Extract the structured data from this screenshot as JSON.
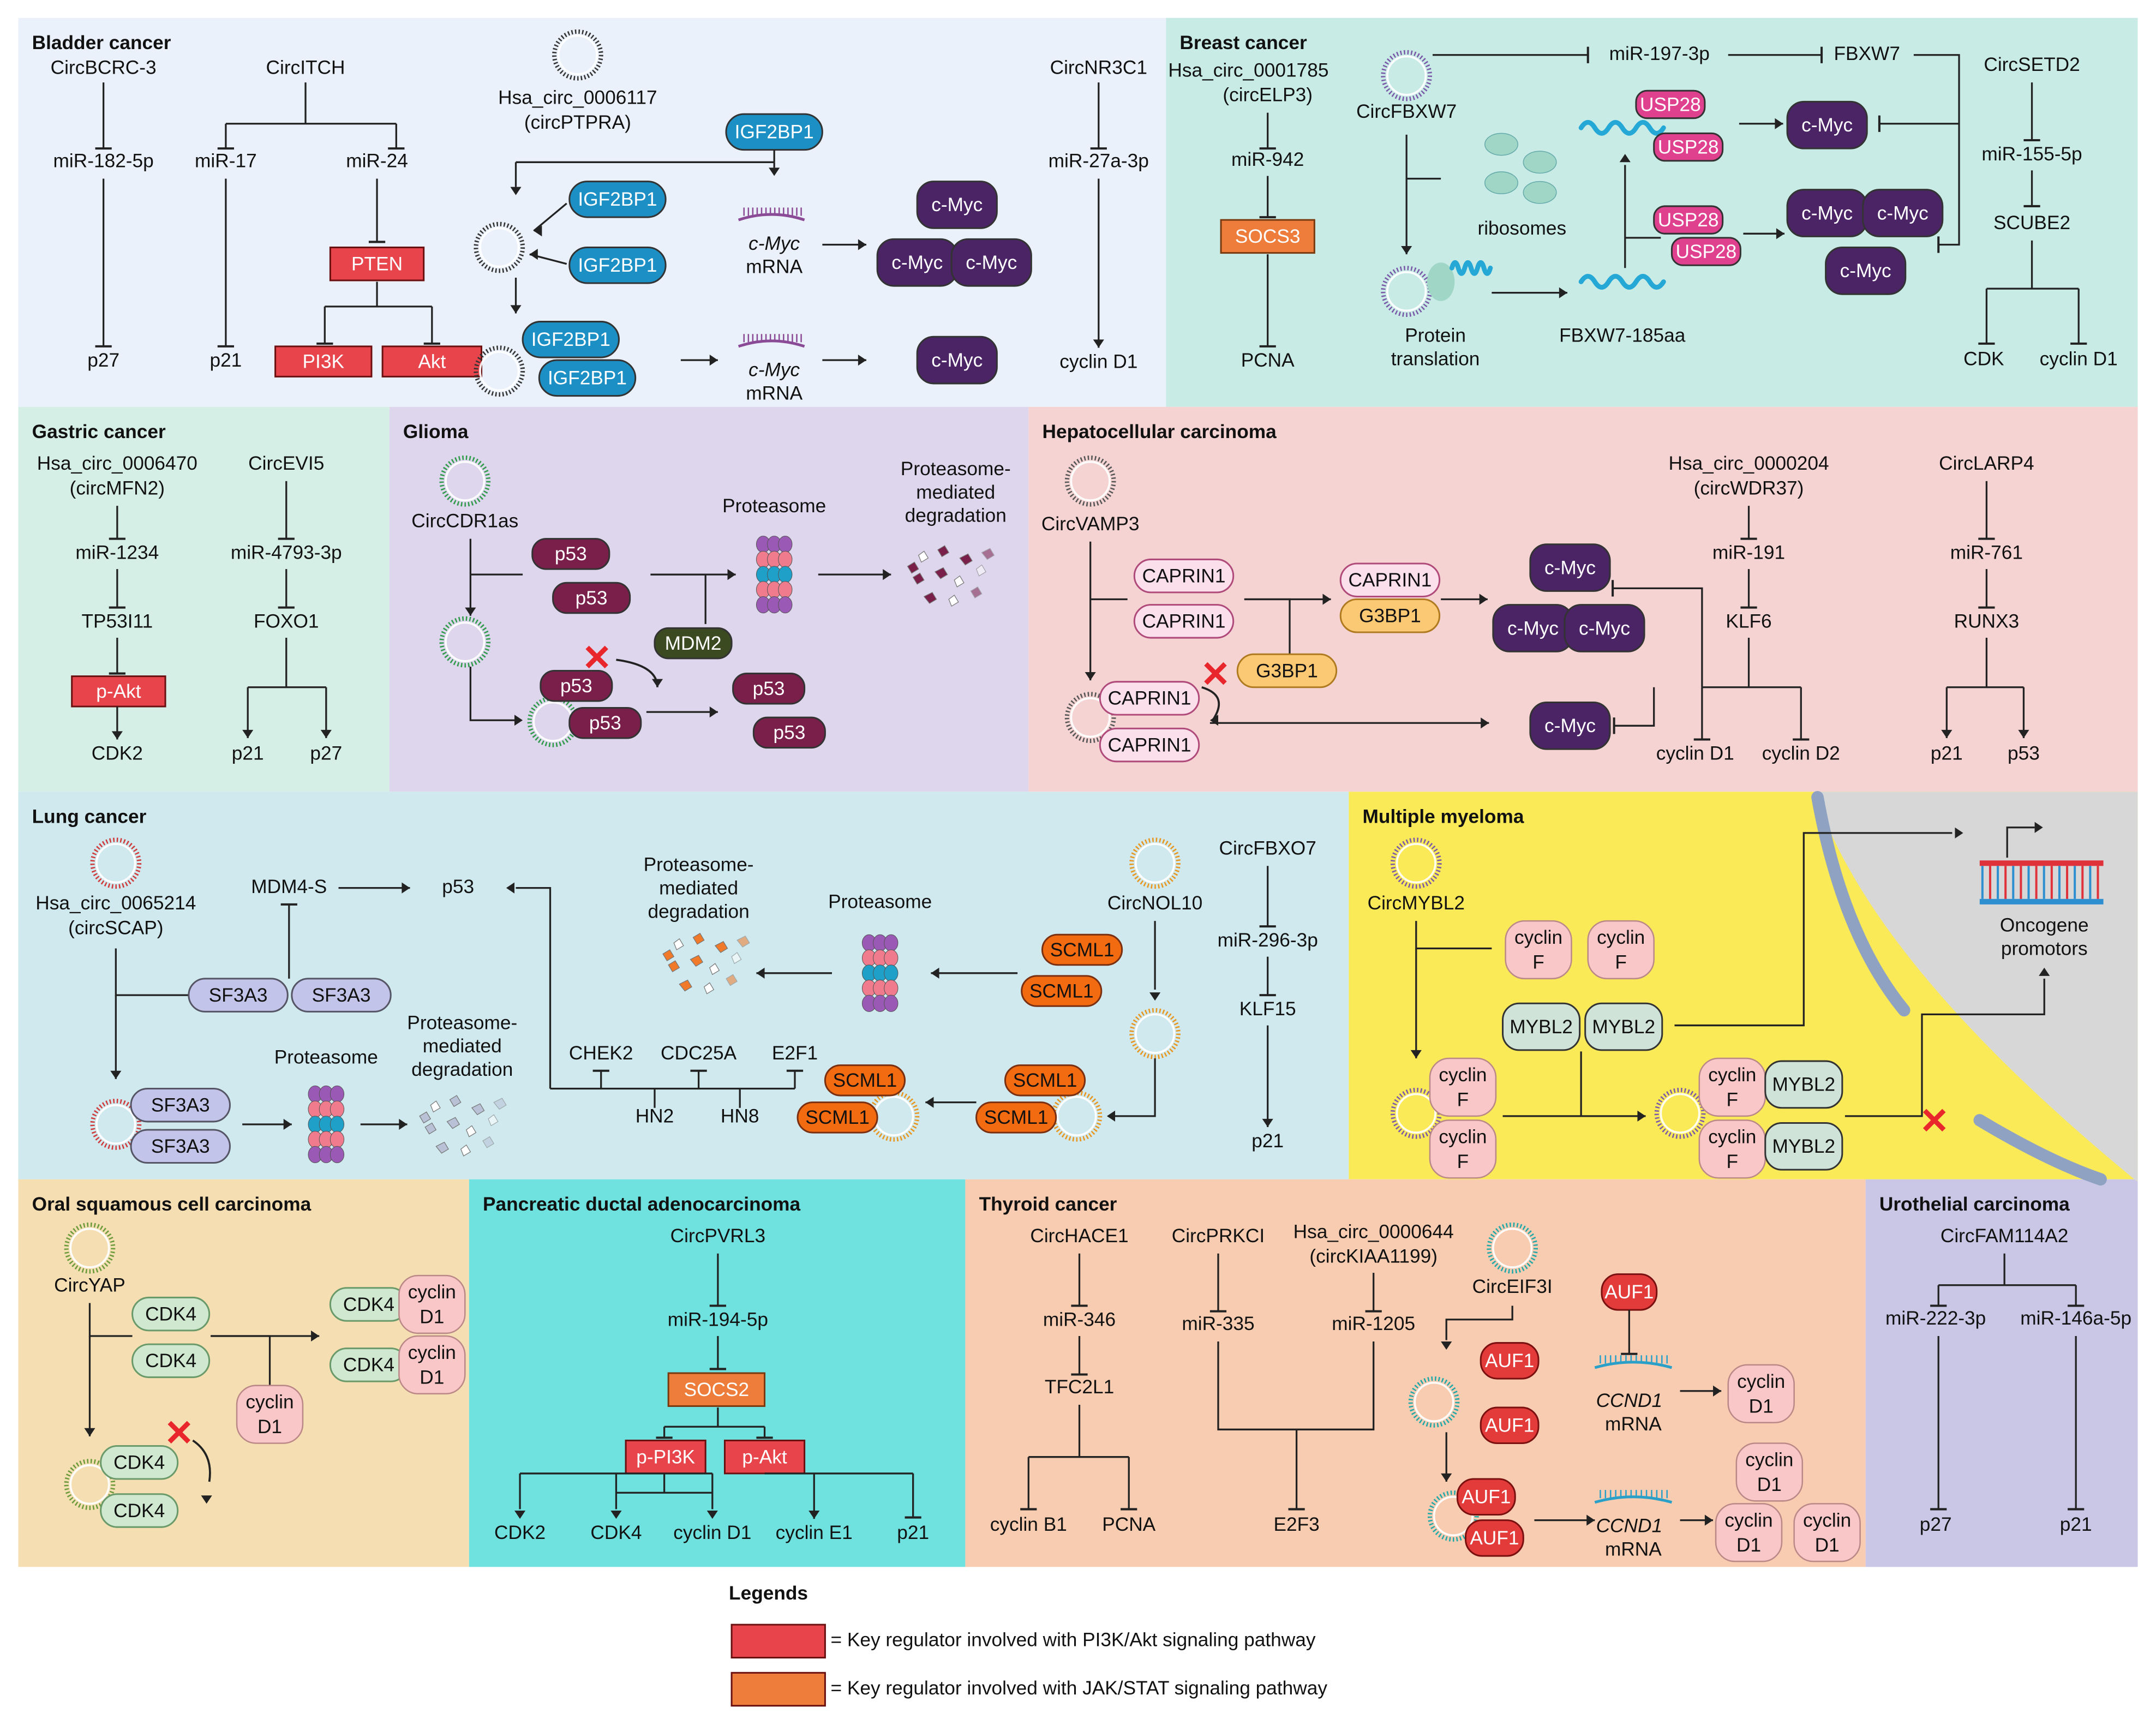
{
  "panels": [
    {
      "id": "bladder",
      "title": "Bladder cancer",
      "bg": "#eaf1fb"
    },
    {
      "id": "breast",
      "title": "Breast cancer",
      "bg": "#c8ebe6"
    },
    {
      "id": "gastric",
      "title": "Gastric cancer",
      "bg": "#d6efe6"
    },
    {
      "id": "glioma",
      "title": "Glioma",
      "bg": "#ddd6ec"
    },
    {
      "id": "hcc",
      "title": "Hepatocellular carcinoma",
      "bg": "#f4d3d2"
    },
    {
      "id": "lung",
      "title": "Lung cancer",
      "bg": "#cfe9ee"
    },
    {
      "id": "myeloma",
      "title": "Multiple myeloma",
      "bg": "#fbea58"
    },
    {
      "id": "oral",
      "title": "Oral squamous cell carcinoma",
      "bg": "#f5dfb2"
    },
    {
      "id": "pancreatic",
      "title": "Pancreatic ductal adenocarcinoma",
      "bg": "#6fe2df"
    },
    {
      "id": "thyroid",
      "title": "Thyroid cancer",
      "bg": "#f8ccb0"
    },
    {
      "id": "urothelial",
      "title": "Urothelial carcinoma",
      "bg": "#c9c6e6"
    }
  ],
  "labels": {
    "CircBCRC-3": "CircBCRC-3",
    "miR-182-5p": "miR-182-5p",
    "p27": "p27",
    "CircITCH": "CircITCH",
    "miR-17": "miR-17",
    "miR-24": "miR-24",
    "p21": "p21",
    "Hsa_circ_0006117": "Hsa_circ_0006117",
    "circPTPRA": "(circPTPRA)",
    "c-Myc": "c-Myc",
    "mRNA": "mRNA",
    "CircNR3C1": "CircNR3C1",
    "miR-27a-3p": "miR-27a-3p",
    "cyclin D1": "cyclin D1",
    "Hsa_circ_0001785": "Hsa_circ_0001785",
    "circELP3": "(circELP3)",
    "miR-942": "miR-942",
    "PCNA": "PCNA",
    "CircFBXW7": "CircFBXW7",
    "miR-197-3p": "miR-197-3p",
    "FBXW7": "FBXW7",
    "ribosomes": "ribosomes",
    "Protein": "Protein",
    "translation": "translation",
    "FBXW7-185aa": "FBXW7-185aa",
    "CircSETD2": "CircSETD2",
    "miR-155-5p": "miR-155-5p",
    "SCUBE2": "SCUBE2",
    "CDK": "CDK",
    "Hsa_circ_0006470": "Hsa_circ_0006470",
    "circMFN2": "(circMFN2)",
    "miR-1234": "miR-1234",
    "TP53I11": "TP53I11",
    "CDK2": "CDK2",
    "CircEVI5": "CircEVI5",
    "miR-4793-3p": "miR-4793-3p",
    "FOXO1": "FOXO1",
    "CircCDR1as": "CircCDR1as",
    "Proteasome": "Proteasome",
    "Proteasome-": "Proteasome-",
    "mediated": "mediated",
    "degradation": "degradation",
    "CircVAMP3": "CircVAMP3",
    "Hsa_circ_0000204": "Hsa_circ_0000204",
    "circWDR37": "(circWDR37)",
    "miR-191": "miR-191",
    "KLF6": "KLF6",
    "cyclin D2": "cyclin D2",
    "CircLARP4": "CircLARP4",
    "miR-761": "miR-761",
    "RUNX3": "RUNX3",
    "p53": "p53",
    "Hsa_circ_0065214": "Hsa_circ_0065214",
    "circSCAP": "(circSCAP)",
    "MDM4-S": "MDM4-S",
    "CHEK2": "CHEK2",
    "CDC25A": "CDC25A",
    "E2F1": "E2F1",
    "HN2": "HN2",
    "HN8": "HN8",
    "CircNOL10": "CircNOL10",
    "CircFBXO7": "CircFBXO7",
    "miR-296-3p": "miR-296-3p",
    "KLF15": "KLF15",
    "CircMYBL2": "CircMYBL2",
    "Oncogene": "Oncogene",
    "promotors": "promotors",
    "CircYAP": "CircYAP",
    "CircPVRL3": "CircPVRL3",
    "miR-194-5p": "miR-194-5p",
    "CDK4": "CDK4",
    "cyclin E1": "cyclin E1",
    "CircHACE1": "CircHACE1",
    "miR-346": "miR-346",
    "TFC2L1": "TFC2L1",
    "cyclin B1": "cyclin B1",
    "CircPRKCI": "CircPRKCI",
    "miR-335": "miR-335",
    "Hsa_circ_0000644": "Hsa_circ_0000644",
    "circKIAA1199": "(circKIAA1199)",
    "miR-1205": "miR-1205",
    "E2F3": "E2F3",
    "CircEIF3I": "CircEIF3I",
    "CCND1": "CCND1",
    "CircFAM114A2": "CircFAM114A2",
    "miR-222-3p": "miR-222-3p",
    "miR-146a-5p": "miR-146a-5p",
    "F": "F",
    "D1": "D1",
    "cyclin": "cyclin"
  },
  "molecules": {
    "IGF2BP1": "IGF2BP1",
    "c-Myc": "c-Myc",
    "SOCS3": "SOCS3",
    "SOCS2": "SOCS2",
    "PTEN": "PTEN",
    "PI3K": "PI3K",
    "Akt": "Akt",
    "p-Akt": "p-Akt",
    "p-PI3K": "p-PI3K",
    "USP28": "USP28",
    "p53": "p53",
    "MDM2": "MDM2",
    "CAPRIN1": "CAPRIN1",
    "G3BP1": "G3BP1",
    "SF3A3": "SF3A3",
    "SCML1": "SCML1",
    "MYBL2": "MYBL2",
    "CDK4": "CDK4",
    "AUF1": "AUF1"
  },
  "legend": {
    "title": "Legends",
    "items": [
      {
        "color": "#e8444b",
        "text": "= Key regulator involved with PI3K/Akt signaling pathway"
      },
      {
        "color": "#ee7d3b",
        "text": "= Key regulator involved with JAK/STAT signaling pathway"
      }
    ]
  },
  "colors": {
    "pi3k": "#e8444b",
    "jak": "#ee7d3b",
    "igf2bp1": "#1c8fc4",
    "cmyc": "#4b2466",
    "usp28": "#e0418e",
    "p53": "#7a1e4a",
    "mdm2": "#3c4a22",
    "caprin": "#fbe0ec",
    "g3bp1": "#fbc873",
    "sf3a3": "#c3c4ea",
    "scml1": "#f26b10",
    "mybl2": "#cfe3d9",
    "cyclin": "#f9c7c7",
    "cdk4": "#cfe8cf",
    "auf1": "#e33a3a",
    "circ": "#8a8a8a"
  }
}
